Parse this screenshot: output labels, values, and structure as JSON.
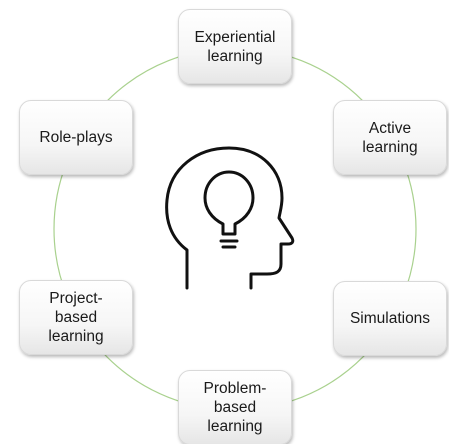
{
  "diagram": {
    "ring_color": "#a9d18e",
    "text_color": "#1a1a1a",
    "center_icon": "head-with-lightbulb-icon",
    "nodes": [
      {
        "id": "experiential",
        "label": "Experiential\nlearning"
      },
      {
        "id": "active",
        "label": "Active\nlearning"
      },
      {
        "id": "simulations",
        "label": "Simulations"
      },
      {
        "id": "problem",
        "label": "Problem-\nbased\nlearning"
      },
      {
        "id": "project",
        "label": "Project-\nbased\nlearning"
      },
      {
        "id": "roleplays",
        "label": "Role-plays"
      }
    ]
  }
}
